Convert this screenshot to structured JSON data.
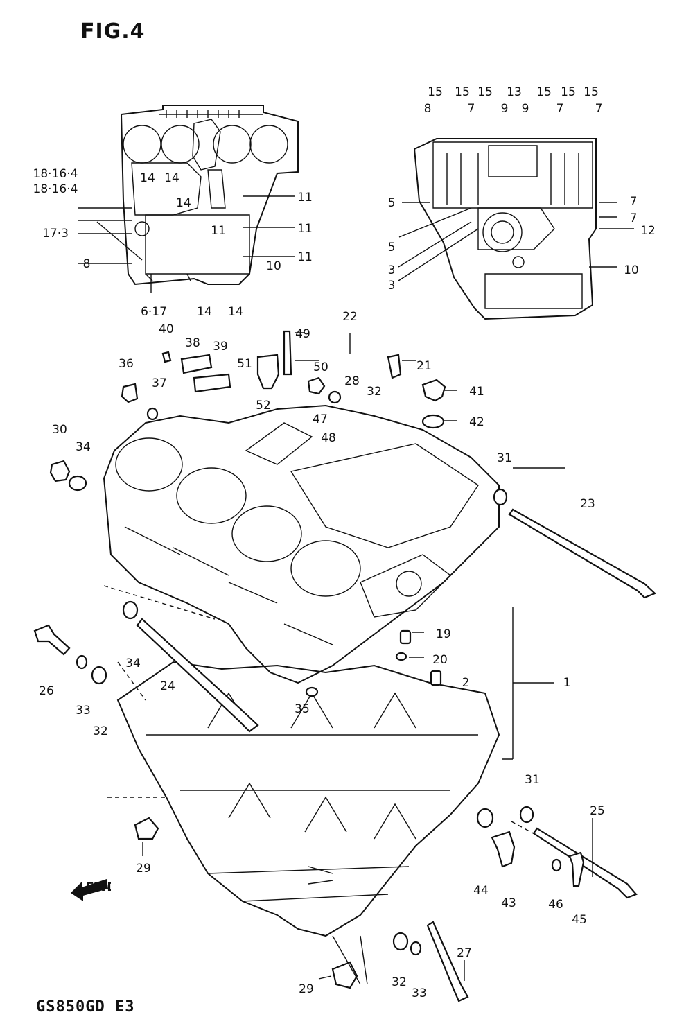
{
  "figure": {
    "title": "FIG.4",
    "model": "GS850GD  E3",
    "fwd_label": "FWD"
  },
  "callouts": [
    {
      "id": "c1",
      "text": "1"
    },
    {
      "id": "c2",
      "text": "2"
    },
    {
      "id": "c3a",
      "text": "3"
    },
    {
      "id": "c3b",
      "text": "3"
    },
    {
      "id": "c5a",
      "text": "5"
    },
    {
      "id": "c5b",
      "text": "5"
    },
    {
      "id": "c7a",
      "text": "7"
    },
    {
      "id": "c7b",
      "text": "7"
    },
    {
      "id": "c7c",
      "text": "7"
    },
    {
      "id": "c7d",
      "text": "7"
    },
    {
      "id": "c7e",
      "text": "7"
    },
    {
      "id": "c8a",
      "text": "8"
    },
    {
      "id": "c8b",
      "text": "8"
    },
    {
      "id": "c9a",
      "text": "9"
    },
    {
      "id": "c9b",
      "text": "9"
    },
    {
      "id": "c10a",
      "text": "10"
    },
    {
      "id": "c10b",
      "text": "10"
    },
    {
      "id": "c11a",
      "text": "11"
    },
    {
      "id": "c11b",
      "text": "11"
    },
    {
      "id": "c11c",
      "text": "11"
    },
    {
      "id": "c11d",
      "text": "11"
    },
    {
      "id": "c12",
      "text": "12"
    },
    {
      "id": "c13",
      "text": "13"
    },
    {
      "id": "c14a",
      "text": "14"
    },
    {
      "id": "c14b",
      "text": "14"
    },
    {
      "id": "c14c",
      "text": "14"
    },
    {
      "id": "c14d",
      "text": "14"
    },
    {
      "id": "c14e",
      "text": "14"
    },
    {
      "id": "c15a",
      "text": "15"
    },
    {
      "id": "c15b",
      "text": "15"
    },
    {
      "id": "c15c",
      "text": "15"
    },
    {
      "id": "c15d",
      "text": "15"
    },
    {
      "id": "c15e",
      "text": "15"
    },
    {
      "id": "c15f",
      "text": "15"
    },
    {
      "id": "c1864a",
      "text": "18·16·4"
    },
    {
      "id": "c1864b",
      "text": "18·16·4"
    },
    {
      "id": "c173",
      "text": "17·3"
    },
    {
      "id": "c617",
      "text": "6·17"
    },
    {
      "id": "c19",
      "text": "19"
    },
    {
      "id": "c20",
      "text": "20"
    },
    {
      "id": "c21",
      "text": "21"
    },
    {
      "id": "c22",
      "text": "22"
    },
    {
      "id": "c23",
      "text": "23"
    },
    {
      "id": "c24",
      "text": "24"
    },
    {
      "id": "c25",
      "text": "25"
    },
    {
      "id": "c26",
      "text": "26"
    },
    {
      "id": "c27",
      "text": "27"
    },
    {
      "id": "c28",
      "text": "28"
    },
    {
      "id": "c29a",
      "text": "29"
    },
    {
      "id": "c29b",
      "text": "29"
    },
    {
      "id": "c30",
      "text": "30"
    },
    {
      "id": "c31a",
      "text": "31"
    },
    {
      "id": "c31b",
      "text": "31"
    },
    {
      "id": "c32a",
      "text": "32"
    },
    {
      "id": "c32b",
      "text": "32"
    },
    {
      "id": "c32c",
      "text": "32"
    },
    {
      "id": "c33a",
      "text": "33"
    },
    {
      "id": "c33b",
      "text": "33"
    },
    {
      "id": "c34a",
      "text": "34"
    },
    {
      "id": "c34b",
      "text": "34"
    },
    {
      "id": "c35",
      "text": "35"
    },
    {
      "id": "c36",
      "text": "36"
    },
    {
      "id": "c37",
      "text": "37"
    },
    {
      "id": "c38",
      "text": "38"
    },
    {
      "id": "c39",
      "text": "39"
    },
    {
      "id": "c40",
      "text": "40"
    },
    {
      "id": "c41",
      "text": "41"
    },
    {
      "id": "c42",
      "text": "42"
    },
    {
      "id": "c43",
      "text": "43"
    },
    {
      "id": "c44",
      "text": "44"
    },
    {
      "id": "c45",
      "text": "45"
    },
    {
      "id": "c46",
      "text": "46"
    },
    {
      "id": "c47",
      "text": "47"
    },
    {
      "id": "c48",
      "text": "48"
    },
    {
      "id": "c49",
      "text": "49"
    },
    {
      "id": "c50",
      "text": "50"
    },
    {
      "id": "c51",
      "text": "51"
    },
    {
      "id": "c52",
      "text": "52"
    }
  ]
}
